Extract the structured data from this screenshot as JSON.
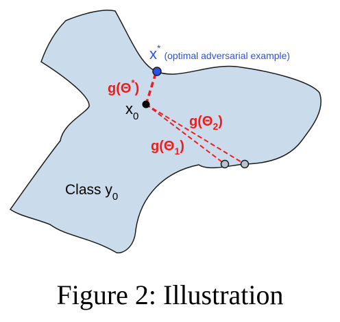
{
  "diagram": {
    "region_fill": "#cadcec",
    "region_stroke": "#1a1a1a",
    "adversarial_color": "#2b50e6",
    "direction_color": "#ee1c1c",
    "point_color": "#000000",
    "boundary_point_fill": "#b7c3d0",
    "adversarial": {
      "symbol": "x",
      "superscript": "*",
      "annotation": "(optimal adversarial example)"
    },
    "origin": {
      "symbol": "x",
      "subscript": "0"
    },
    "class_label": {
      "text": "Class y",
      "subscript": "0"
    },
    "distances": {
      "optimal": {
        "prefix": "g(Θ",
        "superscript": "*",
        "suffix": ")"
      },
      "theta1": {
        "prefix": "g(Θ",
        "subscript": "1",
        "suffix": ")"
      },
      "theta2": {
        "prefix": "g(Θ",
        "subscript": "2",
        "suffix": ")"
      }
    }
  },
  "caption": "Figure 2: Illustration"
}
